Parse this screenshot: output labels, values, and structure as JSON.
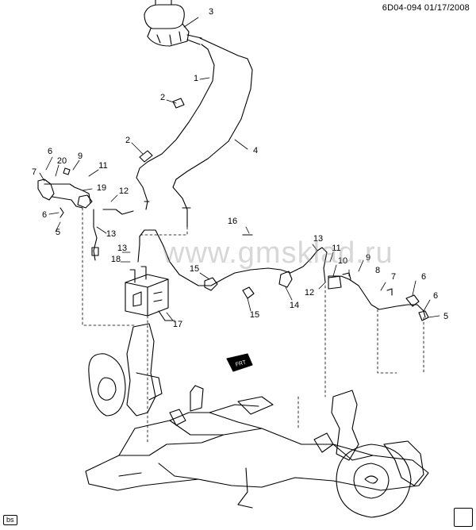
{
  "diagram": {
    "doc_id": "6D04-094 01/17/2008",
    "watermark": "www.gmsklad.ru",
    "badge": "bs",
    "front_symbol": "FRT",
    "callouts": [
      {
        "key": "1",
        "label": "1"
      },
      {
        "key": "2a",
        "label": "2"
      },
      {
        "key": "2b",
        "label": "2"
      },
      {
        "key": "3",
        "label": "3"
      },
      {
        "key": "4",
        "label": "4"
      },
      {
        "key": "5a",
        "label": "5"
      },
      {
        "key": "5b",
        "label": "5"
      },
      {
        "key": "6a",
        "label": "6"
      },
      {
        "key": "6b",
        "label": "6"
      },
      {
        "key": "6c",
        "label": "6"
      },
      {
        "key": "6d",
        "label": "6"
      },
      {
        "key": "7a",
        "label": "7"
      },
      {
        "key": "7b",
        "label": "7"
      },
      {
        "key": "8",
        "label": "8"
      },
      {
        "key": "9a",
        "label": "9"
      },
      {
        "key": "9b",
        "label": "9"
      },
      {
        "key": "10",
        "label": "10"
      },
      {
        "key": "11a",
        "label": "11"
      },
      {
        "key": "11b",
        "label": "11"
      },
      {
        "key": "12a",
        "label": "12"
      },
      {
        "key": "12b",
        "label": "12"
      },
      {
        "key": "13a",
        "label": "13"
      },
      {
        "key": "13b",
        "label": "13"
      },
      {
        "key": "13c",
        "label": "13"
      },
      {
        "key": "14",
        "label": "14"
      },
      {
        "key": "15a",
        "label": "15"
      },
      {
        "key": "15b",
        "label": "15"
      },
      {
        "key": "16",
        "label": "16"
      },
      {
        "key": "17",
        "label": "17"
      },
      {
        "key": "18",
        "label": "18"
      },
      {
        "key": "19",
        "label": "19"
      },
      {
        "key": "20",
        "label": "20"
      }
    ]
  }
}
